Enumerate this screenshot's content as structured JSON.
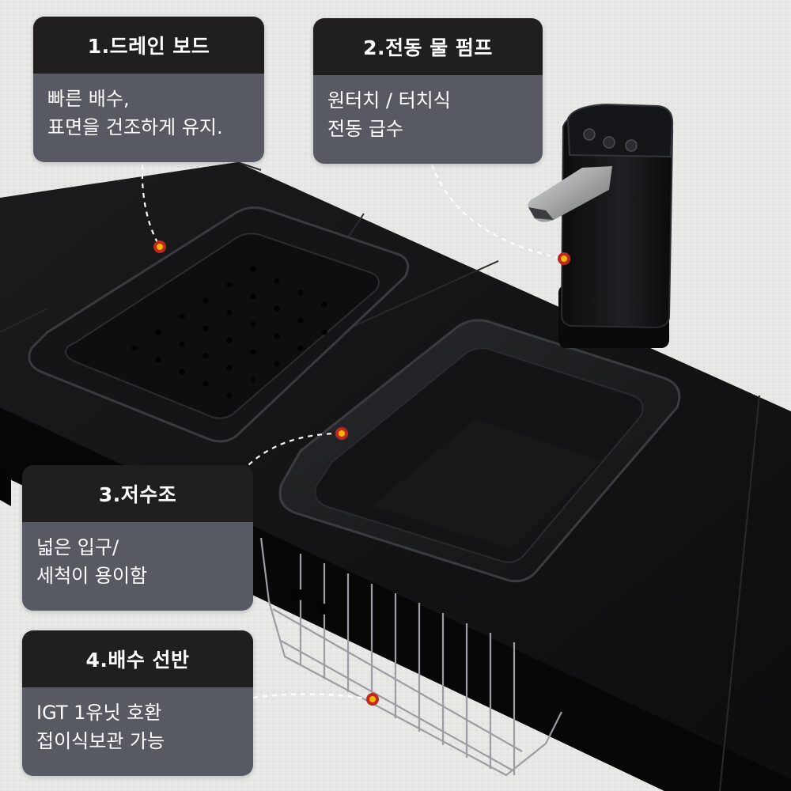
{
  "callouts": [
    {
      "title": "1.드레인 보드",
      "lines": [
        "빠른 배수,",
        "표면을 건조하게 유지."
      ]
    },
    {
      "title": "2.전동 물 펌프",
      "lines": [
        "원터치 / 터치식",
        "전동 급수"
      ]
    },
    {
      "title": "3.저수조",
      "lines": [
        "넓은 입구/",
        "세척이 용이함"
      ]
    },
    {
      "title": "4.배수 선반",
      "lines": [
        "IGT 1유닛 호환",
        "접이식보관 가능"
      ]
    }
  ],
  "colors": {
    "background": "#e7e7e5",
    "card_header": "#211f1e",
    "card_body": "#575a63",
    "marker": "#f2b705"
  }
}
